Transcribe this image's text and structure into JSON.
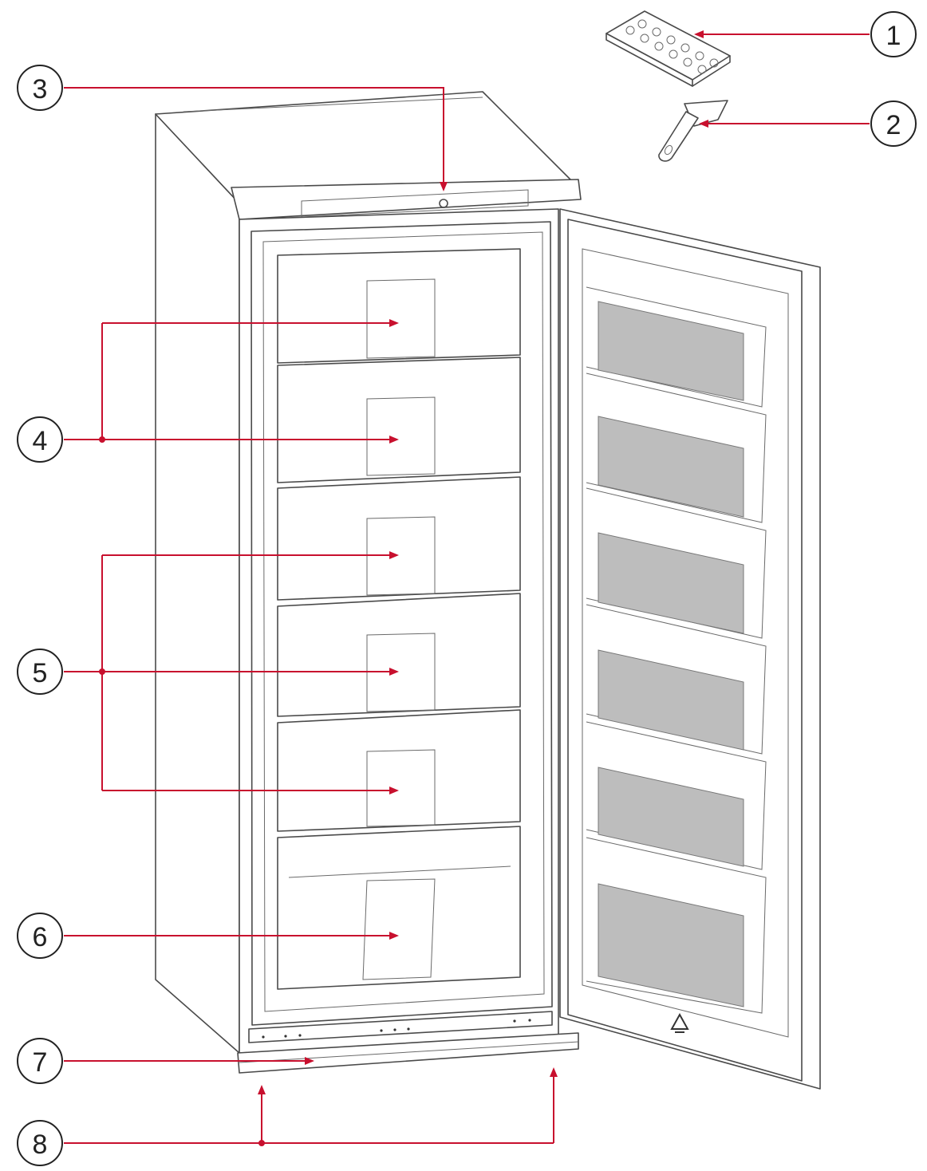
{
  "colors": {
    "leader": "#c8102e",
    "outline": "#4a4a4a",
    "window": "#bdbdbd"
  },
  "callouts": [
    {
      "id": "1",
      "label": "1"
    },
    {
      "id": "2",
      "label": "2"
    },
    {
      "id": "3",
      "label": "3"
    },
    {
      "id": "4",
      "label": "4"
    },
    {
      "id": "5",
      "label": "5"
    },
    {
      "id": "6",
      "label": "6"
    },
    {
      "id": "7",
      "label": "7"
    },
    {
      "id": "8",
      "label": "8"
    }
  ],
  "icons": {
    "recycle": "recycle-icon"
  }
}
